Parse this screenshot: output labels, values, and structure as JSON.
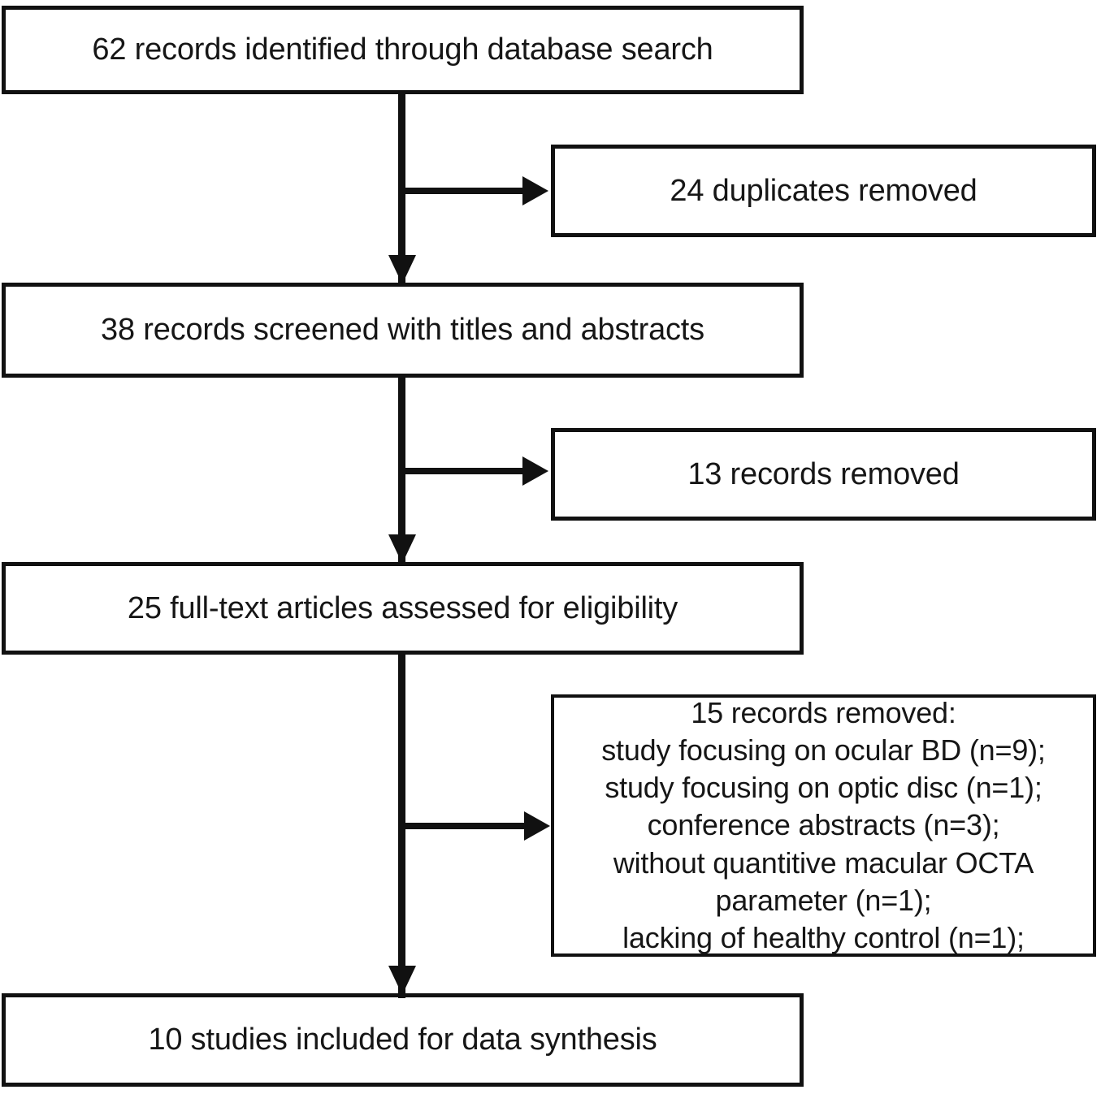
{
  "diagram": {
    "type": "prisma-flow-diagram",
    "title": "",
    "colors": {
      "box_border": "#111111",
      "box_fill": "#ffffff",
      "text": "#161616",
      "connector": "#111111",
      "background": "#ffffff"
    },
    "nodes": {
      "identified": {
        "label": "62 records identified through database search",
        "count": 62,
        "stage": "identification"
      },
      "duplicates": {
        "label": "24 duplicates removed",
        "count": 24,
        "stage": "identification-exclusion"
      },
      "screened": {
        "label": "38 records screened with titles and abstracts",
        "count": 38,
        "stage": "screening"
      },
      "removed_screening": {
        "label": "13 records removed",
        "count": 13,
        "stage": "screening-exclusion"
      },
      "fulltext": {
        "label": "25 full-text articles assessed for eligibility",
        "count": 25,
        "stage": "eligibility"
      },
      "removed_eligibility": {
        "label": "15 records removed:\nstudy focusing on ocular BD (n=9);\nstudy focusing on optic disc (n=1);\nconference abstracts (n=3);\nwithout quantitive macular OCTA\nparameter  (n=1);\nlacking of healthy control  (n=1);",
        "count": 15,
        "stage": "eligibility-exclusion",
        "reasons": [
          {
            "reason": "study focusing on ocular BD",
            "n": 9,
            "text": "study focusing on ocular BD (n=9);"
          },
          {
            "reason": "study focusing on optic disc",
            "n": 1,
            "text": "study focusing on optic disc (n=1);"
          },
          {
            "reason": "conference abstracts",
            "n": 3,
            "text": "conference abstracts (n=3);"
          },
          {
            "reason": "without quantitive macular OCTA parameter",
            "n": 1,
            "text": "without quantitive macular OCTA parameter  (n=1);"
          },
          {
            "reason": "lacking of healthy control",
            "n": 1,
            "text": "lacking of healthy control  (n=1);"
          }
        ]
      },
      "included": {
        "label": "10 studies included for data synthesis",
        "count": 10,
        "stage": "included"
      }
    },
    "edges": [
      {
        "from": "identified",
        "to": "screened",
        "kind": "down-arrow"
      },
      {
        "from": "identified",
        "to": "duplicates",
        "kind": "right-arrow"
      },
      {
        "from": "screened",
        "to": "fulltext",
        "kind": "down-arrow"
      },
      {
        "from": "screened",
        "to": "removed_screening",
        "kind": "right-arrow"
      },
      {
        "from": "fulltext",
        "to": "included",
        "kind": "down-arrow"
      },
      {
        "from": "fulltext",
        "to": "removed_eligibility",
        "kind": "right-arrow"
      }
    ]
  }
}
